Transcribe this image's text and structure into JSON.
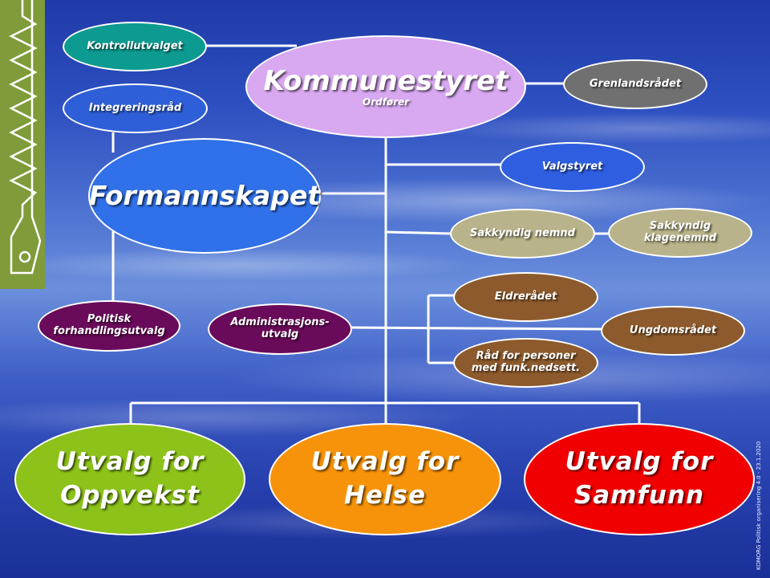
{
  "nodes": {
    "kommunestyret": {
      "title": "Kommunestyret",
      "subtitle": "Ordfører",
      "color": "#d8a8f0"
    },
    "kontrollutvalget": {
      "label": "Kontrollutvalget",
      "color": "#0d9a90"
    },
    "integreringsrad": {
      "label": "Integreringsråd",
      "color": "#2f5fd8"
    },
    "formannskapet": {
      "label": "Formannskapet",
      "color": "#3070e8"
    },
    "grenlandsradet": {
      "label": "Grenlandsrådet",
      "color": "#707070"
    },
    "valgstyret": {
      "label": "Valgstyret",
      "color": "#2f5fe0"
    },
    "sakkyndig_nemnd": {
      "label": "Sakkyndig nemnd",
      "color": "#b8b38a"
    },
    "sakkyndig_klagenemnd": {
      "line1": "Sakkyndig",
      "line2": "klagenemnd",
      "color": "#b8b38a"
    },
    "politisk": {
      "line1": "Politisk",
      "line2": "forhandlingsutvalg",
      "color": "#6a0a5a"
    },
    "administrasjon": {
      "line1": "Administrasjons-",
      "line2": "utvalg",
      "color": "#6a0a5a"
    },
    "eldreradet": {
      "label": "Eldrerådet",
      "color": "#8c5a2c"
    },
    "ungdomsradet": {
      "label": "Ungdomsrådet",
      "color": "#8c5a2c"
    },
    "rad_funk": {
      "line1": "Råd for personer",
      "line2": "med funk.nedsett.",
      "color": "#8c5a2c"
    },
    "oppvekst": {
      "line1": "Utvalg for",
      "line2": "Oppvekst",
      "color": "#8cc21a"
    },
    "helse": {
      "line1": "Utvalg for",
      "line2": "Helse",
      "color": "#f7930a"
    },
    "samfunn": {
      "line1": "Utvalg for",
      "line2": "Samfunn",
      "color": "#f00000"
    }
  },
  "footer": {
    "side_note": "KOMORG Politisk organisering 4.0 - 23.1.2020"
  }
}
